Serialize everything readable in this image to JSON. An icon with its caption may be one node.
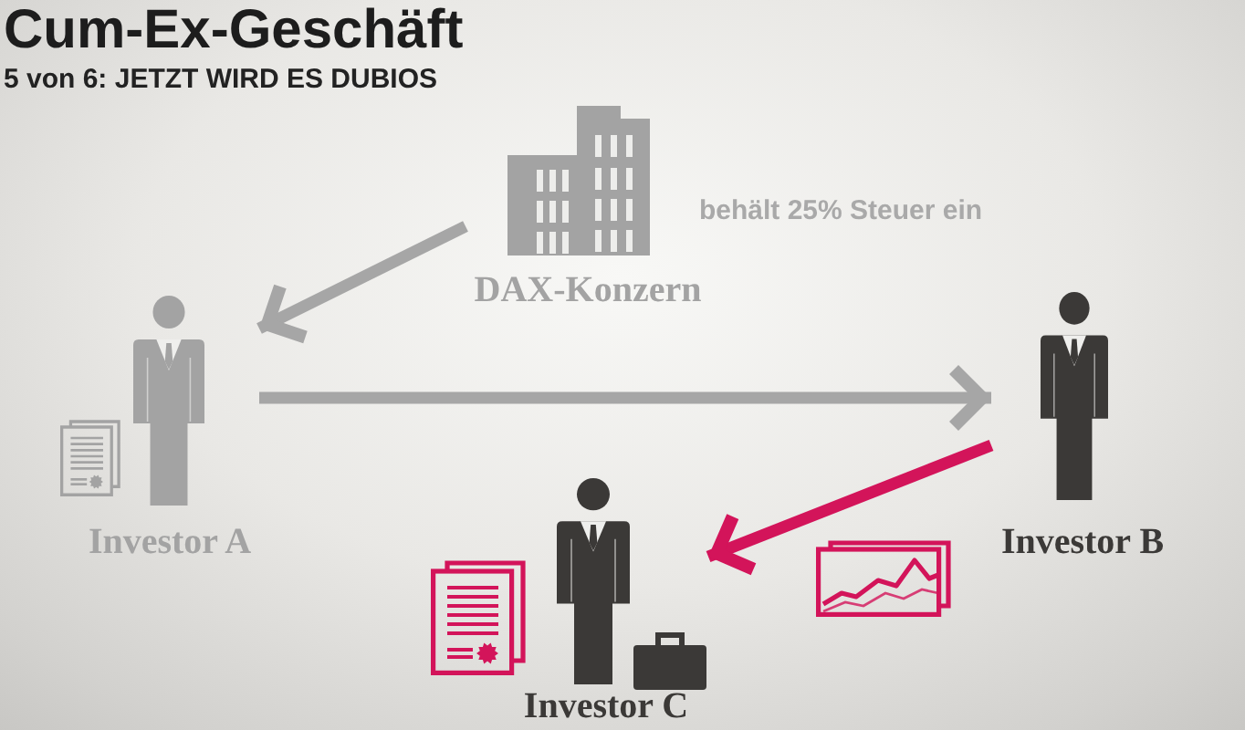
{
  "diagram": {
    "title": "Cum-Ex-Geschäft",
    "nodes": [
      {
        "text": [
          "DAX-Konzern"
        ],
        "beside": [
          "behält 25% Steuer ein"
        ]
      },
      {
        "text": [
          "Investor A"
        ]
      },
      {
        "text": [
          "Investor B"
        ]
      },
      {
        "text": [
          "Investor C"
        ]
      }
    ],
    "edges": [
      {
        "from": 0,
        "to": 1,
        "arrow": "to"
      },
      {
        "from": 1,
        "to": 2,
        "arrow": "to"
      },
      {
        "from": 2,
        "to": 3,
        "arrow": "to",
        "color": "#d3145a"
      }
    ],
    "labels": [
      "5 von 6: JETZT WIRD ES DUBIOS"
    ]
  }
}
